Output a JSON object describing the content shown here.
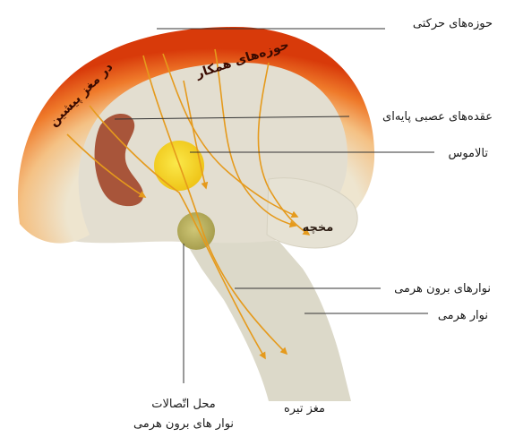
{
  "labels": {
    "motor_areas": "حوزه‌های حرکتی",
    "association_areas": "حوزه‌های همکار",
    "in_forebrain": "در مغز پیشین",
    "basal_ganglia": "عقده‌های عصبی پایه‌ای",
    "thalamus": "تالاموس",
    "cerebellum": "مخچه",
    "extrapyramidal_tracts": "نوارهای برون هرمی",
    "pyramidal_tract": "نوار هرمی",
    "brainstem": "مغز تیره",
    "connection_site_line1": "محل اتّصالات",
    "connection_site_line2": "نوار های برون هرمی"
  },
  "colors": {
    "cortex_outer": "#e8420e",
    "cortex_mid": "#f2a55a",
    "brain_inner": "#e3ded0",
    "basal_ganglia": "#a8553a",
    "thalamus": "#f5d21c",
    "junction": "#b7b25a",
    "pathways": "#e59a1c"
  }
}
